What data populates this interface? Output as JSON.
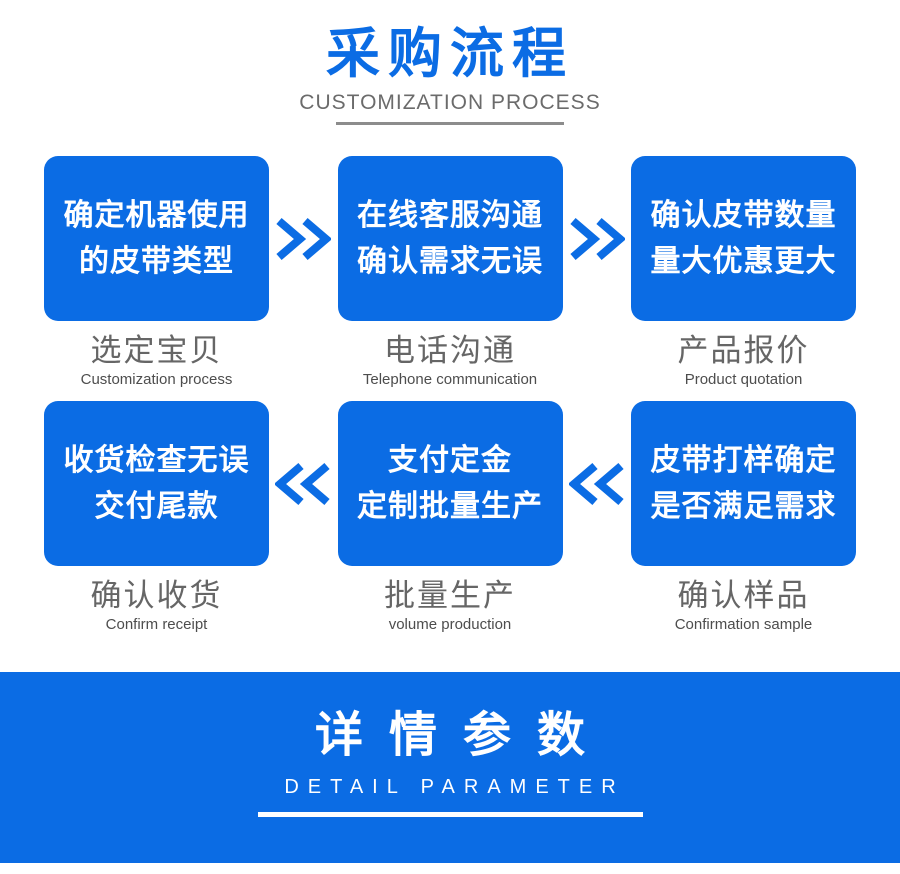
{
  "colors": {
    "primary_blue": "#0b6ce4",
    "label_gray": "#666666",
    "sublabel_gray": "#4d4d4d",
    "subtitle_gray": "#6b6b6b",
    "underline_gray": "#8c8c8c",
    "box_text_color": "#ffffff"
  },
  "header": {
    "title": "采购流程",
    "subtitle": "CUSTOMIZATION PROCESS"
  },
  "flow": {
    "rows": [
      {
        "direction": "right",
        "arrow_icon": "double-chevron-right",
        "steps": [
          {
            "box_line1": "确定机器使用",
            "box_line2": "的皮带类型",
            "label_cn": "选定宝贝",
            "label_en": "Customization process"
          },
          {
            "box_line1": "在线客服沟通",
            "box_line2": "确认需求无误",
            "label_cn": "电话沟通",
            "label_en": "Telephone communication"
          },
          {
            "box_line1": "确认皮带数量",
            "box_line2": "量大优惠更大",
            "label_cn": "产品报价",
            "label_en": "Product quotation"
          }
        ]
      },
      {
        "direction": "left",
        "arrow_icon": "double-chevron-left",
        "steps": [
          {
            "box_line1": "收货检查无误",
            "box_line2": "交付尾款",
            "label_cn": "确认收货",
            "label_en": "Confirm receipt"
          },
          {
            "box_line1": "支付定金",
            "box_line2": "定制批量生产",
            "label_cn": "批量生产",
            "label_en": "volume production"
          },
          {
            "box_line1": "皮带打样确定",
            "box_line2": "是否满足需求",
            "label_cn": "确认样品",
            "label_en": "Confirmation sample"
          }
        ]
      }
    ]
  },
  "banner": {
    "title_cn": "详情参数",
    "title_en": "DETAIL PARAMETER"
  }
}
